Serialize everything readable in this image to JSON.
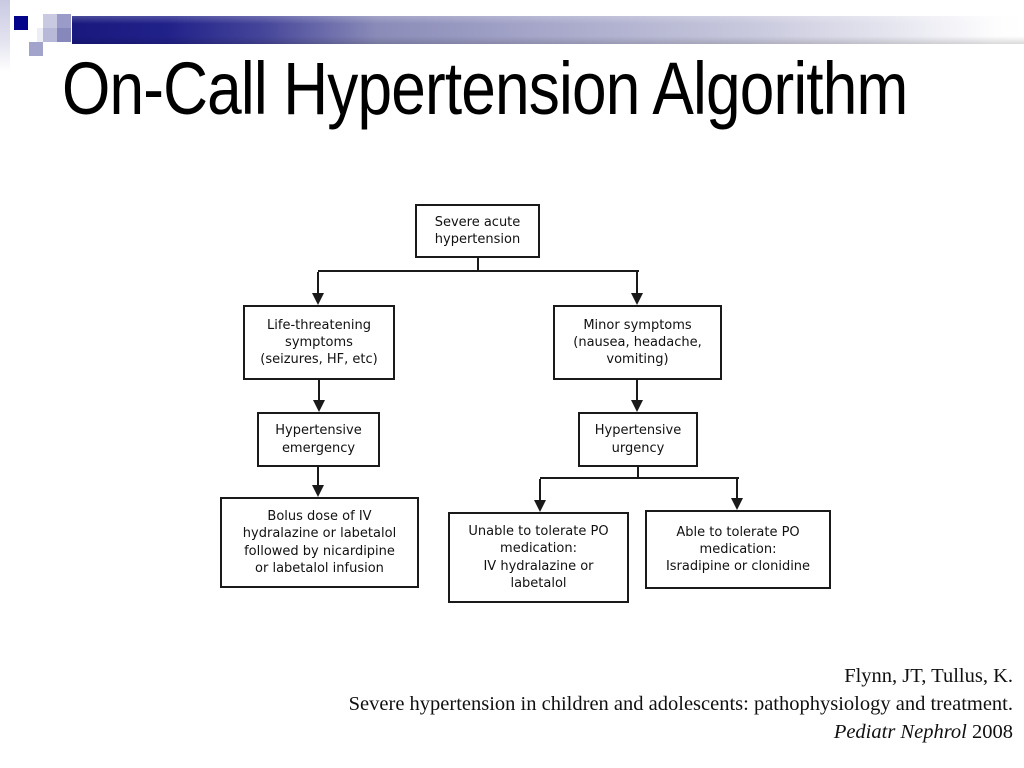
{
  "slide": {
    "title": "On-Call Hypertension Algorithm"
  },
  "flowchart": {
    "severe": "Severe acute\nhypertension",
    "life": "Life-threatening\nsymptoms\n(seizures, HF, etc)",
    "minor": "Minor symptoms\n(nausea, headache,\nvomiting)",
    "emergency": "Hypertensive\nemergency",
    "urgency": "Hypertensive\nurgency",
    "bolus": "Bolus dose of IV\nhydralazine or labetalol\nfollowed by nicardipine\nor labetalol infusion",
    "unable": "Unable to tolerate PO\nmedication:\nIV hydralazine or\nlabetalol",
    "able": "Able to tolerate PO\nmedication:\nIsradipine or clonidine"
  },
  "citation": {
    "authors": "Flynn, JT, Tullus, K.",
    "article_title": "Severe hypertension in children and adolescents: pathophysiology and treatment.",
    "journal": "Pediatr Nephrol",
    "year": " 2008"
  },
  "theme": {
    "accent_navy": "#18187e",
    "square_navy": "#04048a",
    "square_lavender_light": "#c9c9e2",
    "square_lavender_medium": "#9a9bc8",
    "line_color": "#1a1a1a",
    "text_color": "#111111",
    "background": "#ffffff"
  }
}
